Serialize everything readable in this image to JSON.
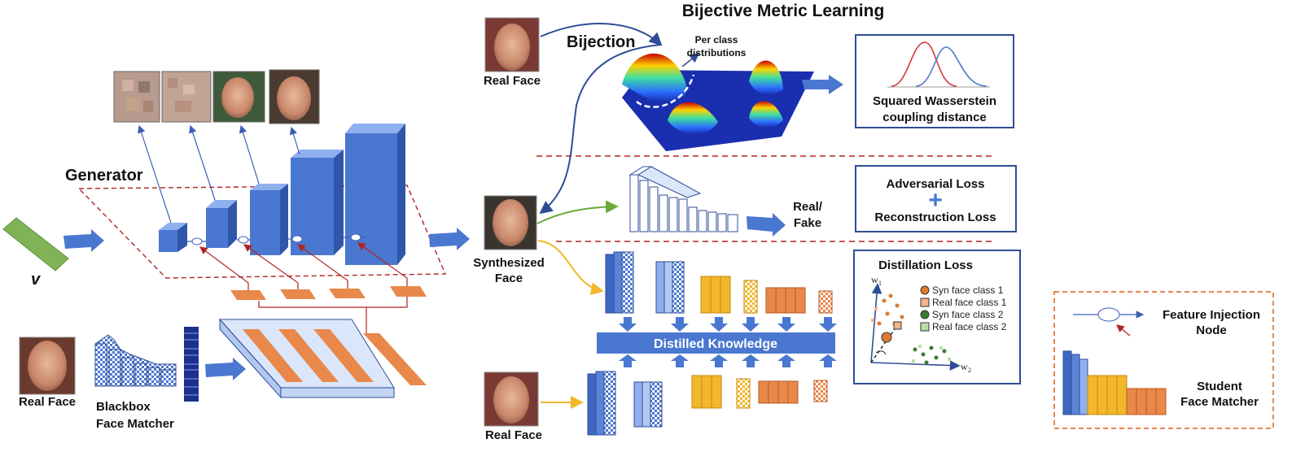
{
  "title": "Bijective Metric Learning",
  "bijection_label": "Bijection",
  "per_class_label": {
    "line1": "Per class",
    "line2": "distributions"
  },
  "real_face_top": "Real Face",
  "wasserstein": {
    "line1": "Squared Wasserstein",
    "line2": "coupling distance"
  },
  "generator_label": "Generator",
  "input_symbol": "v",
  "synthesized_face": {
    "line1": "Synthesized",
    "line2": "Face"
  },
  "real_fake": {
    "line1": "Real/",
    "line2": "Fake"
  },
  "adversarial_loss": "Adversarial Loss",
  "plus_symbol": "+",
  "reconstruction_loss": "Reconstruction Loss",
  "distillation_loss": "Distillation Loss",
  "axis_w1": "w",
  "axis_w1_sub": "1",
  "axis_w2": "w",
  "axis_w2_sub": "2",
  "legend_items": [
    "Syn face class 1",
    "Real face class 1",
    "Syn face class 2",
    "Real face class 2"
  ],
  "distilled_knowledge": "Distilled Knowledge",
  "real_face_bottom_left": "Real Face",
  "blackbox_face_matcher": {
    "line1": "Blackbox",
    "line2": "Face Matcher"
  },
  "real_face_bottom": "Real Face",
  "feature_injection_node": {
    "line1": "Feature Injection",
    "line2": "Node"
  },
  "student_face_matcher": {
    "line1": "Student",
    "line2": "Face Matcher"
  },
  "colors": {
    "blue_dark": "#3b5fb5",
    "blue_block": "#4a77cf",
    "orange_block": "#e8884a",
    "yellow_block": "#f2b72a",
    "green_input": "#7fb356",
    "dashed_red": "#b22222",
    "box_border": "#2f4d96",
    "legend_orange": "#e07a2e",
    "legend_green": "#3b7a34",
    "legend_light_orange": "#f2b48a",
    "legend_light_green": "#b8e0a3"
  }
}
